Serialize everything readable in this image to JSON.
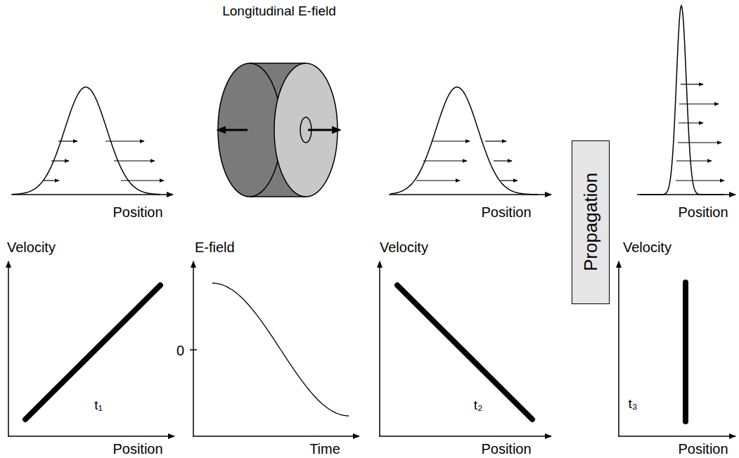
{
  "diagram": {
    "nodes": [
      {
        "text": [
          "Propagation"
        ]
      }
    ],
    "labels": [
      "Longitudinal E-field",
      "Position",
      "Position",
      "Position",
      "Velocity",
      "E-field",
      "Velocity",
      "Velocity",
      "0",
      "t₁",
      "t₂",
      "t₃",
      "Position",
      "Time",
      "Position",
      "Position"
    ]
  }
}
